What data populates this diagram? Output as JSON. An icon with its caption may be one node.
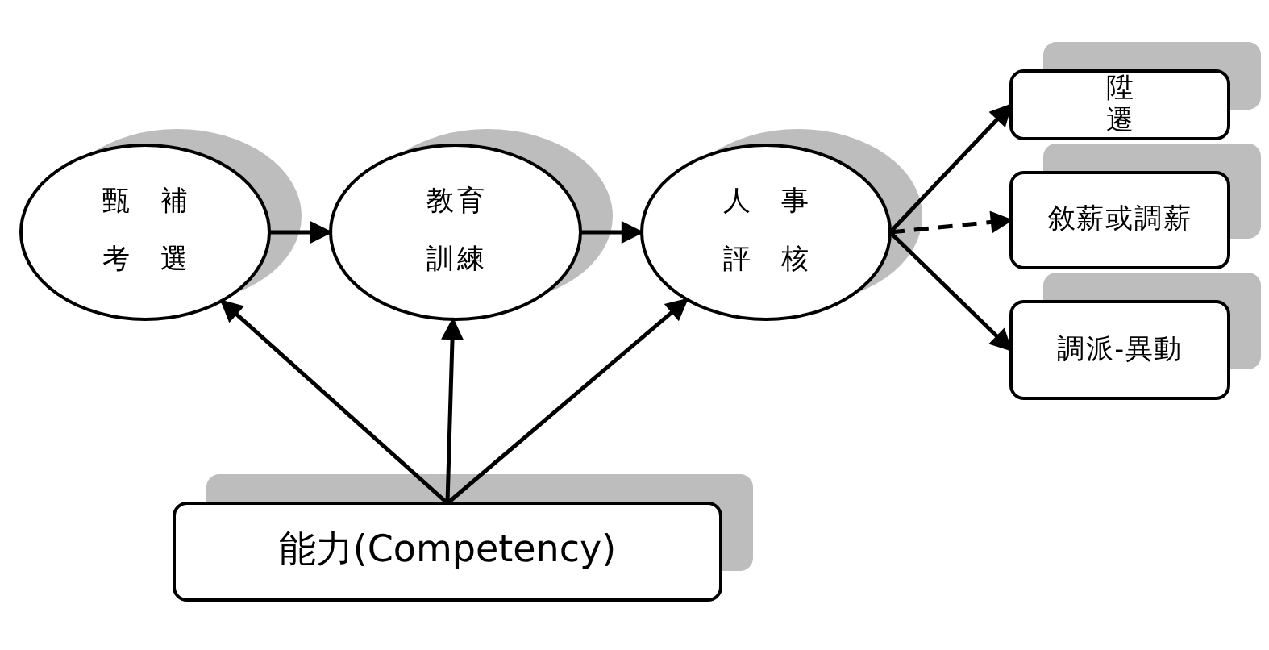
{
  "diagram": {
    "nodes": [
      {
        "text": [
          "甄補考選"
        ]
      },
      {
        "text": [
          "教育訓練"
        ]
      },
      {
        "text": [
          "人事評核"
        ]
      },
      {
        "text": [
          "陞遷"
        ]
      },
      {
        "text": [
          "敘薪或調薪"
        ]
      },
      {
        "text": [
          "調派-異動"
        ]
      },
      {
        "text": [
          "能力(Competency)"
        ]
      }
    ],
    "edges": [
      {
        "from": 0,
        "to": 1,
        "arrow": "to"
      },
      {
        "from": 1,
        "to": 2,
        "arrow": "to"
      },
      {
        "from": 2,
        "to": 3,
        "arrow": "to"
      },
      {
        "from": 2,
        "to": 4,
        "arrow": "to",
        "style": "dashed"
      },
      {
        "from": 2,
        "to": 5,
        "arrow": "to"
      },
      {
        "from": 6,
        "to": 0,
        "arrow": "to"
      },
      {
        "from": 6,
        "to": 1,
        "arrow": "to"
      },
      {
        "from": 6,
        "to": 2,
        "arrow": "to"
      }
    ]
  }
}
